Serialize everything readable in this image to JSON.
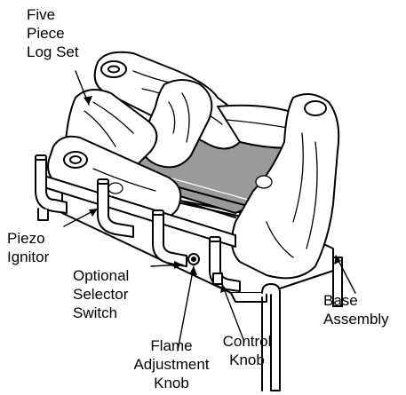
{
  "labels": {
    "log_set": [
      "Five",
      "Piece",
      "Log Set"
    ],
    "piezo": [
      "Piezo",
      "Ignitor"
    ],
    "selector": [
      "Optional",
      "Selector",
      "Switch"
    ],
    "flame": [
      "Flame",
      "Adjustment",
      "Knob"
    ],
    "control": [
      "Control",
      "Knob"
    ],
    "base": [
      "Base",
      "Assembly"
    ]
  },
  "colors": {
    "stroke": "#000000",
    "fill": "#ffffff",
    "flame_gray": "#9a9a9a",
    "shadow_gray": "#6e6e6e"
  }
}
